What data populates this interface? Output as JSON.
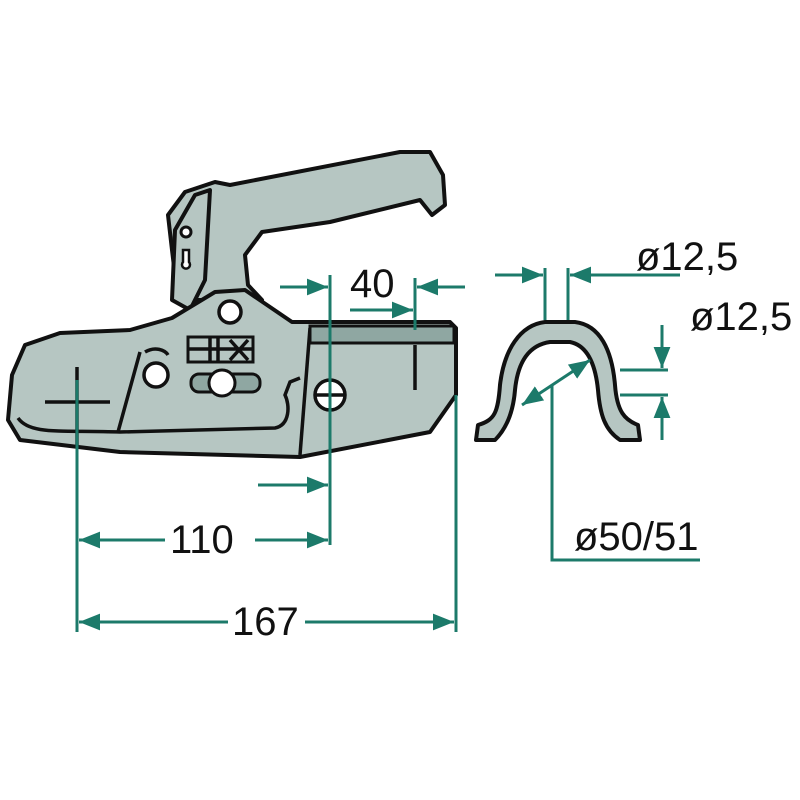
{
  "diagram": {
    "dimensions": {
      "width_40": "40",
      "length_110": "110",
      "length_167": "167",
      "hole_diameter_top": "ø12,5",
      "hole_diameter_side": "ø12,5",
      "ball_diameter": "ø50/51"
    },
    "colors": {
      "dimension": "#1c7a6a",
      "body": "#b6c6c2"
    }
  }
}
